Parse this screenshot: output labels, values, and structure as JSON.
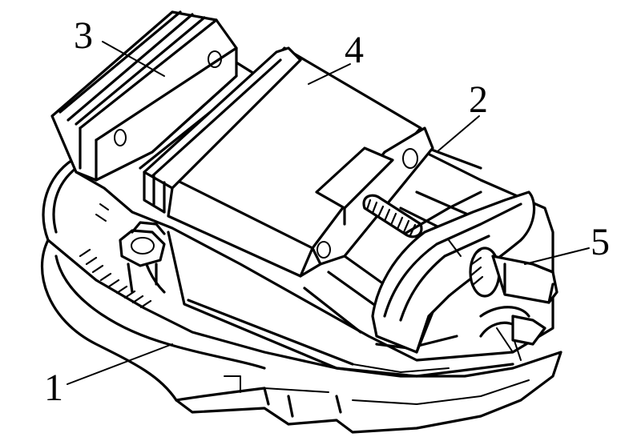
{
  "callouts": [
    {
      "id": "label-1",
      "text": "1"
    },
    {
      "id": "label-2",
      "text": "2"
    },
    {
      "id": "label-3",
      "text": "3"
    },
    {
      "id": "label-4",
      "text": "4"
    },
    {
      "id": "label-5",
      "text": "5"
    }
  ]
}
